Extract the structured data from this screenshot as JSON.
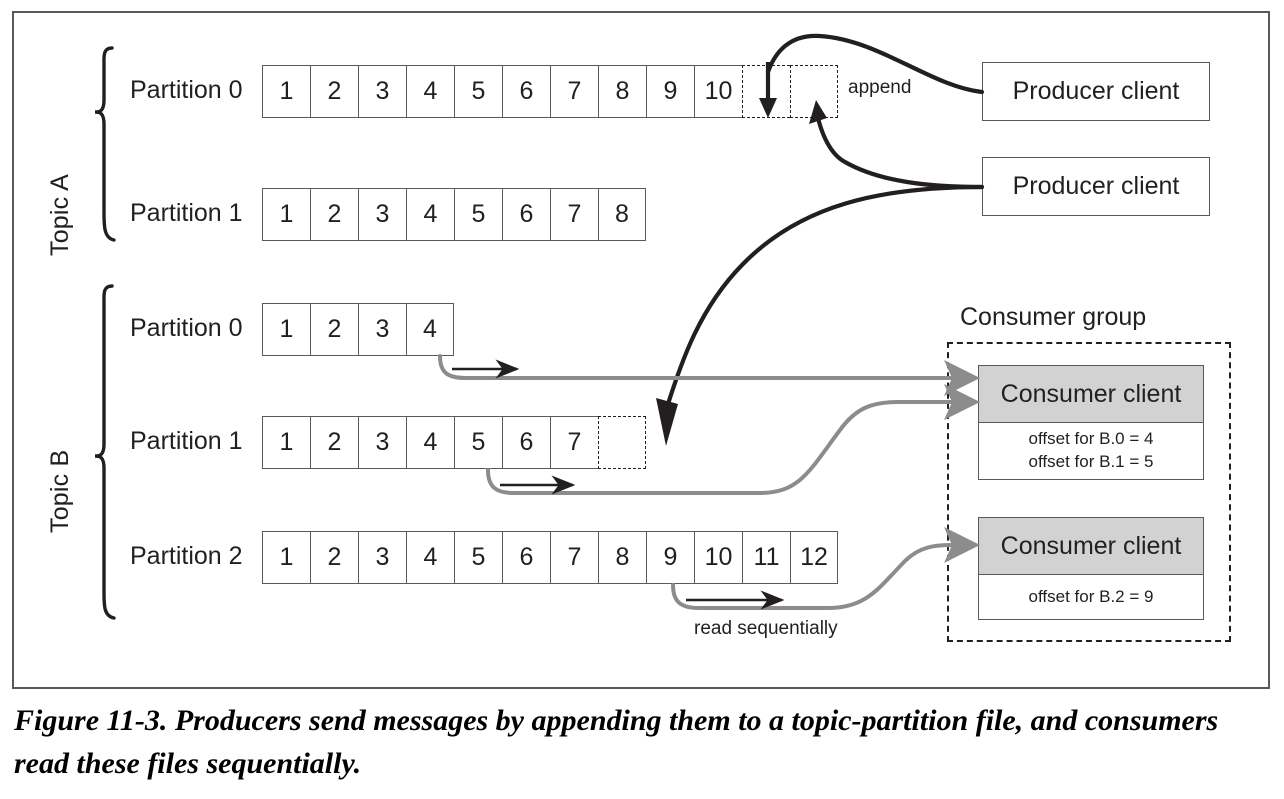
{
  "figure": {
    "caption": "Figure 11-3. Producers send messages by appending them to a topic-partition file, and consumers read these files sequentially."
  },
  "topics": [
    {
      "name": "Topic A",
      "partitions": [
        {
          "label": "Partition 0",
          "messages": [
            "1",
            "2",
            "3",
            "4",
            "5",
            "6",
            "7",
            "8",
            "9",
            "10"
          ],
          "pending_slots": 2
        },
        {
          "label": "Partition 1",
          "messages": [
            "1",
            "2",
            "3",
            "4",
            "5",
            "6",
            "7",
            "8"
          ],
          "pending_slots": 0
        }
      ]
    },
    {
      "name": "Topic B",
      "partitions": [
        {
          "label": "Partition 0",
          "messages": [
            "1",
            "2",
            "3",
            "4"
          ],
          "pending_slots": 0
        },
        {
          "label": "Partition 1",
          "messages": [
            "1",
            "2",
            "3",
            "4",
            "5",
            "6",
            "7"
          ],
          "pending_slots": 1
        },
        {
          "label": "Partition 2",
          "messages": [
            "1",
            "2",
            "3",
            "4",
            "5",
            "6",
            "7",
            "8",
            "9",
            "10",
            "11",
            "12"
          ],
          "pending_slots": 0
        }
      ]
    }
  ],
  "producers": [
    {
      "label": "Producer client"
    },
    {
      "label": "Producer client"
    }
  ],
  "consumer_group": {
    "title": "Consumer group",
    "clients": [
      {
        "label": "Consumer client",
        "offsets": [
          "offset for B.0 = 4",
          "offset for B.1 = 5"
        ]
      },
      {
        "label": "Consumer client",
        "offsets": [
          "offset for B.2 = 9"
        ]
      }
    ]
  },
  "annotations": {
    "append": "append",
    "read_sequentially": "read sequentially"
  },
  "colors": {
    "stroke": "#58595b",
    "text": "#231f20",
    "client_fill": "#d2d2d2",
    "read_arrow": "#8c8c8c",
    "producer_arrow": "#231f20"
  }
}
